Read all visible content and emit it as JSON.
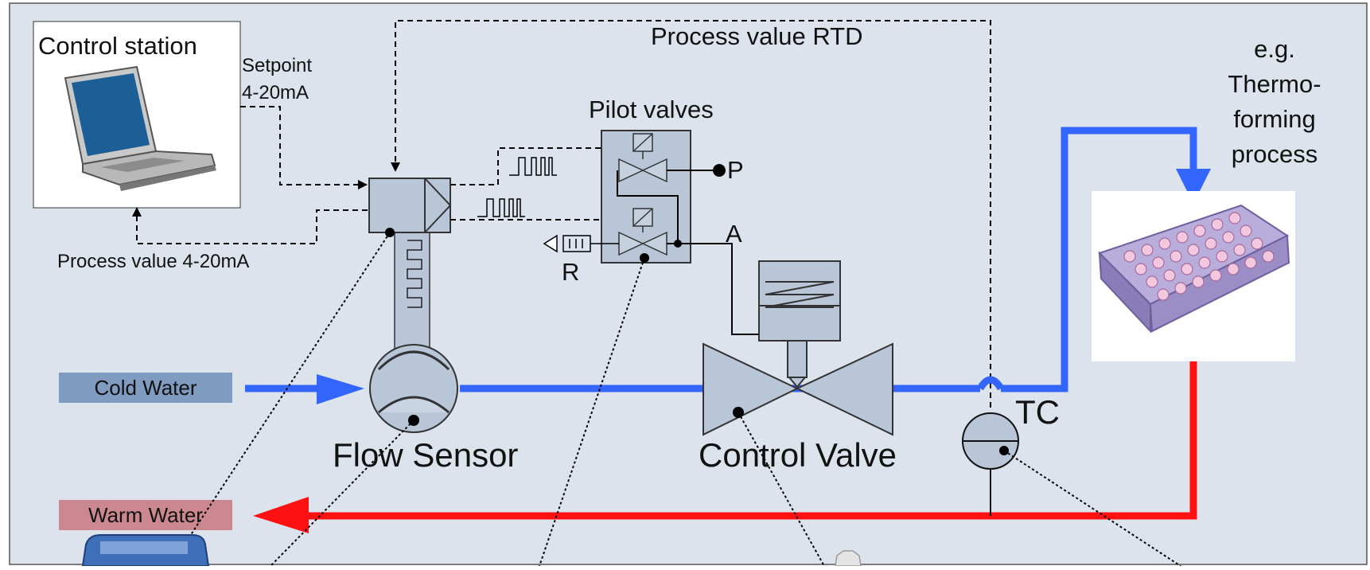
{
  "control_station": {
    "title": "Control station"
  },
  "signals": {
    "setpoint_line1": "Setpoint",
    "setpoint_line2": "4-20mA",
    "process_value_ma": "Process value 4-20mA",
    "process_value_rtd": "Process value RTD"
  },
  "pilot_valves": {
    "title": "Pilot valves",
    "port_p": "P",
    "port_a": "A",
    "port_r": "R"
  },
  "components": {
    "flow_sensor": "Flow Sensor",
    "control_valve": "Control Valve",
    "tc": "TC"
  },
  "process": {
    "line1": "e.g.",
    "line2": "Thermo-",
    "line3": "forming",
    "line4": "process"
  },
  "lines": {
    "cold_water": "Cold Water",
    "warm_water": "Warm Water"
  },
  "colors": {
    "background": "#dce3ec",
    "cold_pipe": "#3366ff",
    "warm_pipe": "#ff1111",
    "component_fill": "#b8c6d8",
    "cold_label_bg": "#7f9bbf",
    "warm_label_bg": "#cc8890"
  }
}
